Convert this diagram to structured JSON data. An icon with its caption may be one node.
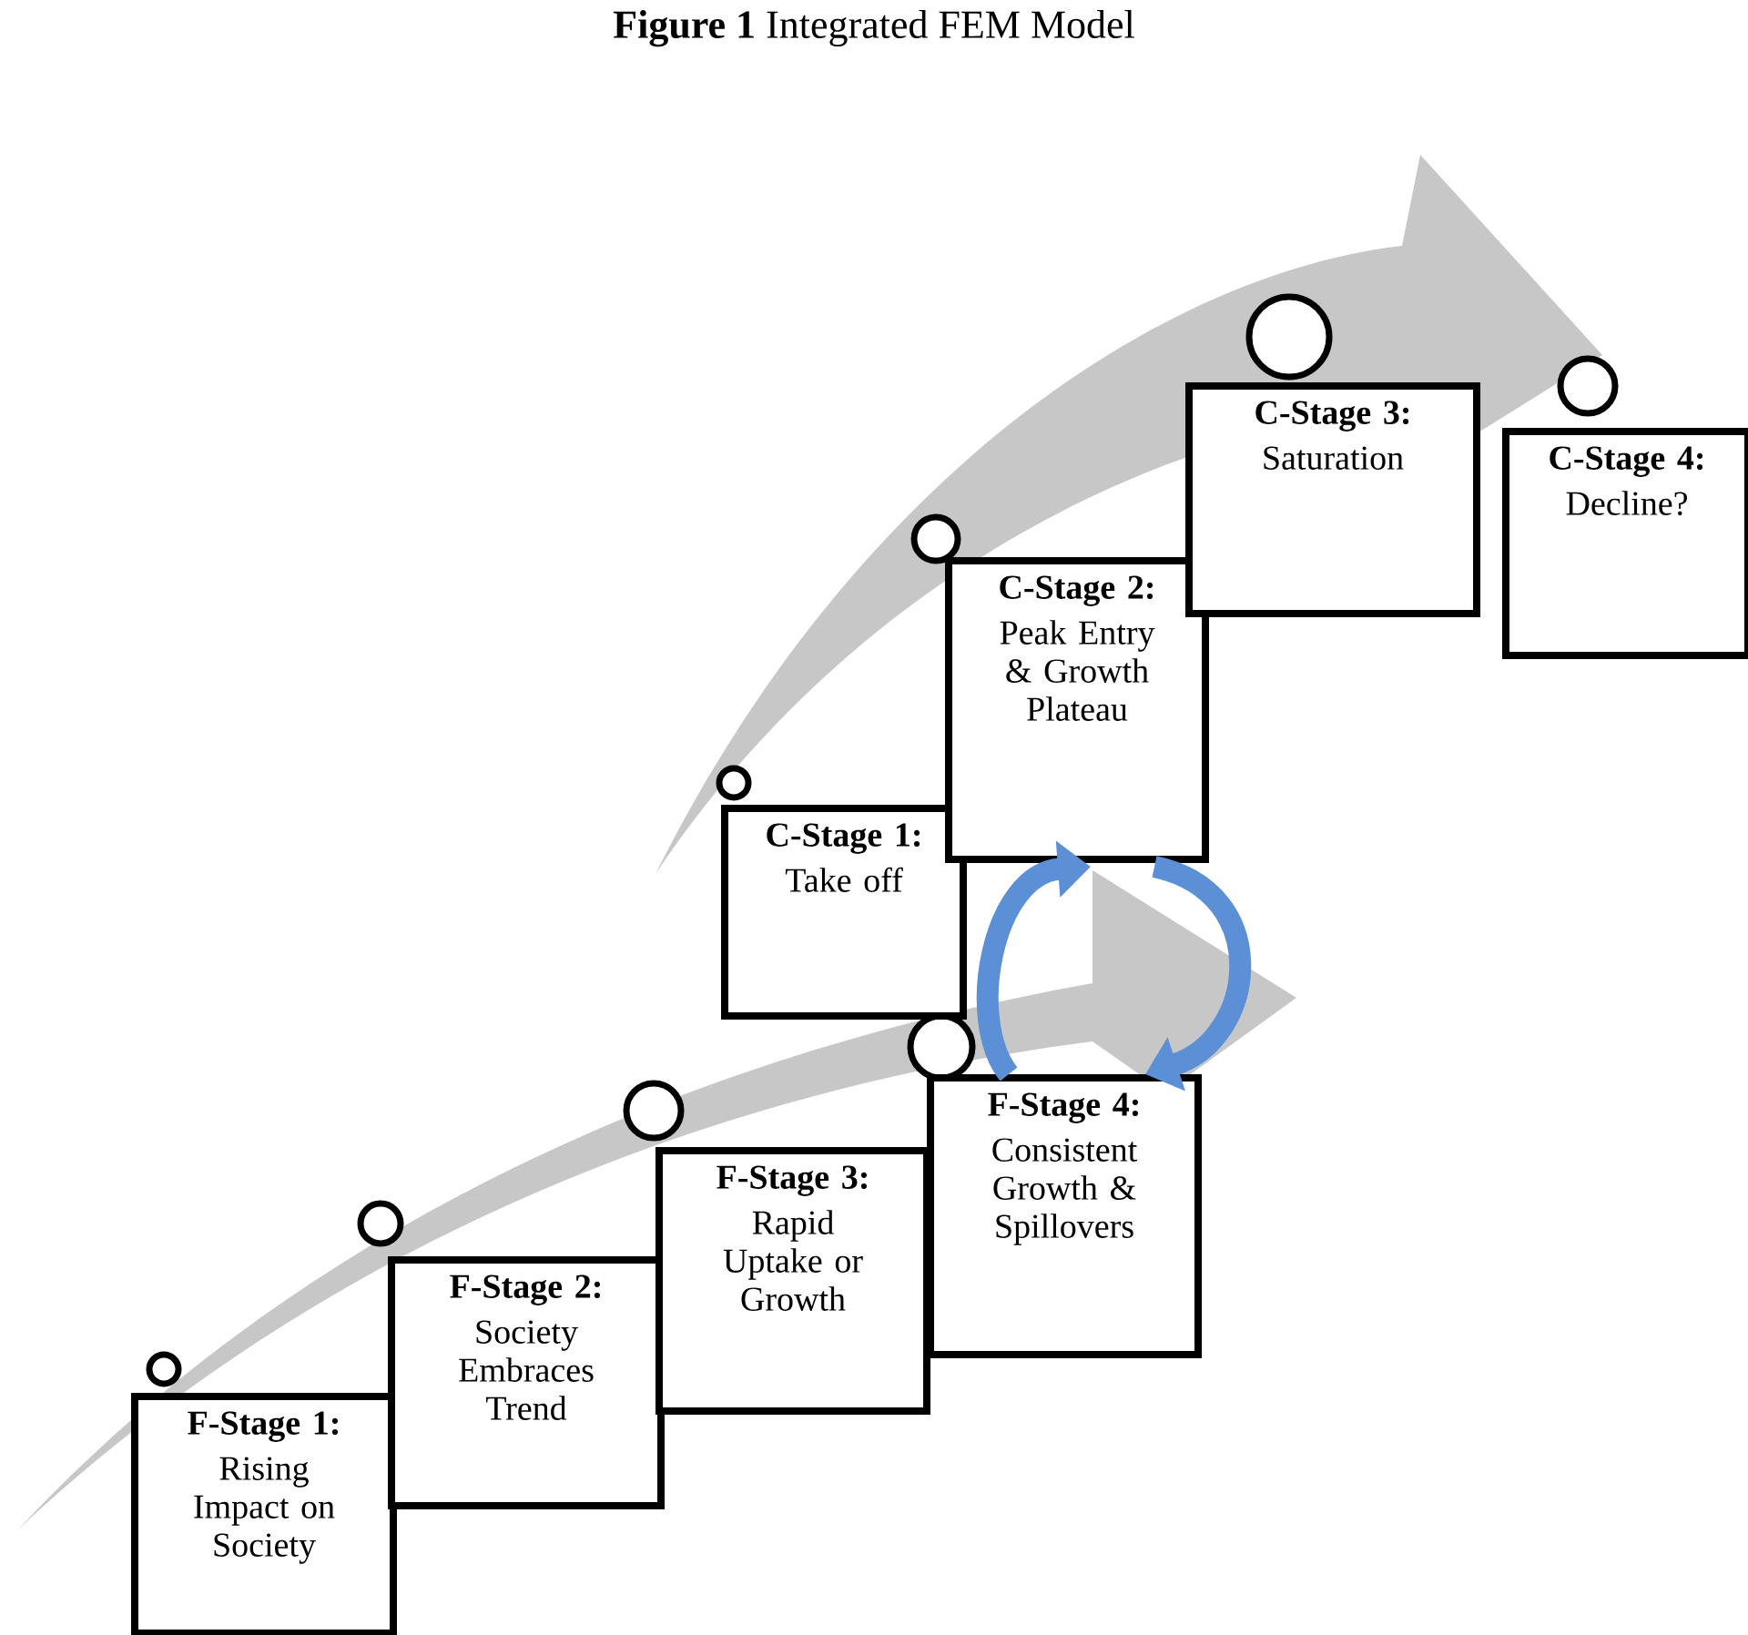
{
  "diagram": {
    "title": "**Figure 1** Integrated FEM Model",
    "nodes": [
      {
        "text": [
          "F-Stage 1:",
          "Rising Impact on Society"
        ]
      },
      {
        "text": [
          "F-Stage 2:",
          "Society Embraces Trend"
        ]
      },
      {
        "text": [
          "F-Stage 3:",
          "Rapid Uptake or Growth"
        ]
      },
      {
        "text": [
          "F-Stage 4:",
          "Consistent Growth & Spillovers"
        ]
      },
      {
        "text": [
          "C-Stage 1:",
          "Take off"
        ]
      },
      {
        "text": [
          "C-Stage 2:",
          "Peak Entry & Growth Plateau"
        ]
      },
      {
        "text": [
          "C-Stage 3:",
          "Saturation"
        ]
      },
      {
        "text": [
          "C-Stage 4:",
          "Decline?"
        ]
      }
    ],
    "edges": [
      {
        "from": 3,
        "to": 5,
        "arrow": "to"
      },
      {
        "from": 5,
        "to": 3,
        "arrow": "to"
      }
    ]
  }
}
